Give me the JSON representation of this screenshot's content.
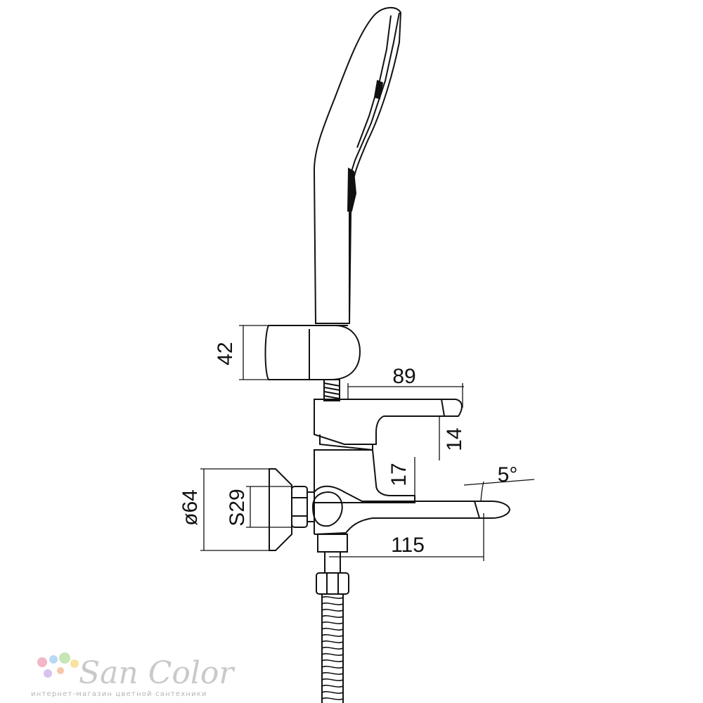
{
  "dimensions": {
    "holder_height": "42",
    "lever_length": "89",
    "lever_depth": "14",
    "spout_offset": "17",
    "spout_angle": "5°",
    "escutcheon_diameter": "ø64",
    "nut_size": "S29",
    "spout_length": "115"
  },
  "logo": {
    "name": "San Color",
    "tagline": "интернет-магазин цветной сантехники",
    "dot_colors": [
      "#f2b6c6",
      "#b9d8f2",
      "#c6e6b4",
      "#f7e3a0",
      "#d6c3ee",
      "#f5c7a9"
    ]
  },
  "colors": {
    "stroke": "#111111",
    "logo_text": "#c9c9c9"
  }
}
